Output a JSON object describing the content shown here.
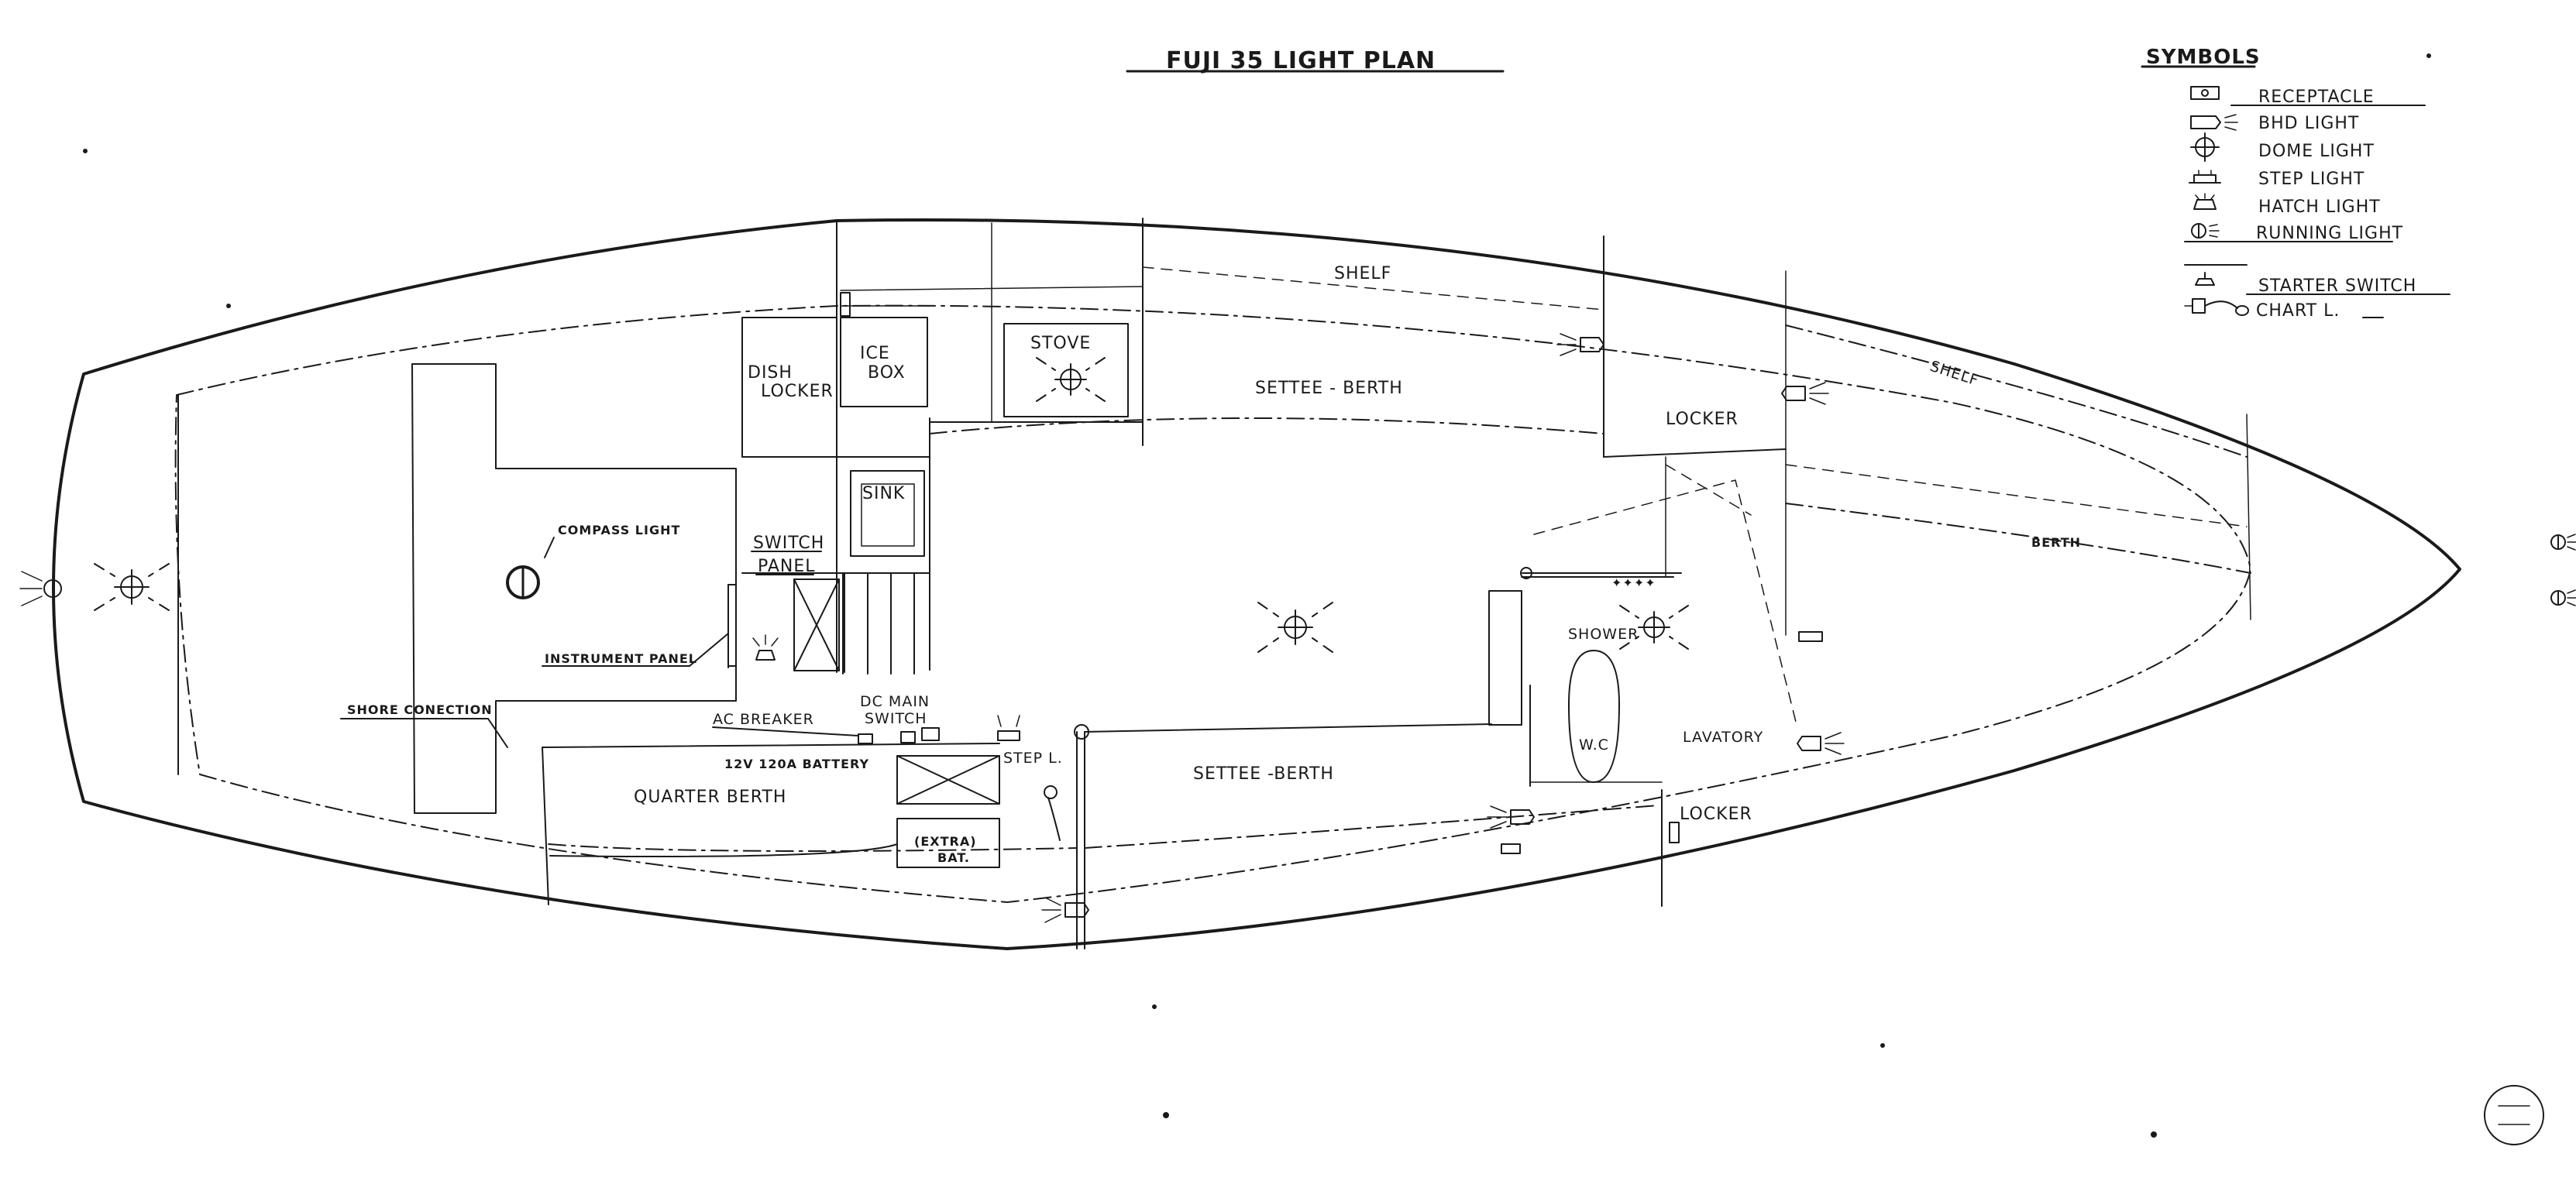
{
  "title": "FUJI 35 LIGHT PLAN",
  "legend": {
    "heading": "SYMBOLS",
    "items": [
      {
        "label": "RECEPTACLE",
        "icon": "receptacle-icon"
      },
      {
        "label": "BHD LIGHT",
        "icon": "bhd-light-icon"
      },
      {
        "label": "DOME LIGHT",
        "icon": "dome-light-icon"
      },
      {
        "label": "STEP LIGHT",
        "icon": "step-light-icon"
      },
      {
        "label": "HATCH LIGHT",
        "icon": "hatch-light-icon"
      },
      {
        "label": "RUNNING LIGHT",
        "icon": "running-light-icon"
      },
      {
        "label": "STARTER SWITCH",
        "icon": "starter-switch-icon"
      },
      {
        "label": "CHART L.",
        "icon": "chart-light-icon"
      }
    ]
  },
  "labels": {
    "shelf_1": "SHELF",
    "shelf_2": "SHELF",
    "settee_berth_1": "SETTEE - BERTH",
    "settee_berth_2": "SETTEE -BERTH",
    "locker_1": "LOCKER",
    "locker_2": "LOCKER",
    "berth": "BERTH",
    "shower": "SHOWER",
    "wc": "W.C",
    "lavatory": "LAVATORY",
    "stove": "STOVE",
    "ice": "ICE",
    "box": "BOX",
    "dish": "DISH",
    "dish_locker": "LOCKER",
    "sink": "SINK",
    "switch": "SWITCH",
    "panel": "PANEL",
    "compass_light": "COMPASS LIGHT",
    "instrument_panel": "INSTRUMENT PANEL",
    "shore_connection": "SHORE CONECTION",
    "ac_breaker": "AC BREAKER",
    "dc_main": "DC MAIN",
    "dc_switch": "SWITCH",
    "battery": "12V 120A BATTERY",
    "quarter_berth": "QUARTER BERTH",
    "step_light": "STEP L.",
    "extra": "(EXTRA)",
    "bat": "BAT."
  },
  "colors": {
    "ink": "#1a1a1a",
    "paper": "#ffffff"
  }
}
